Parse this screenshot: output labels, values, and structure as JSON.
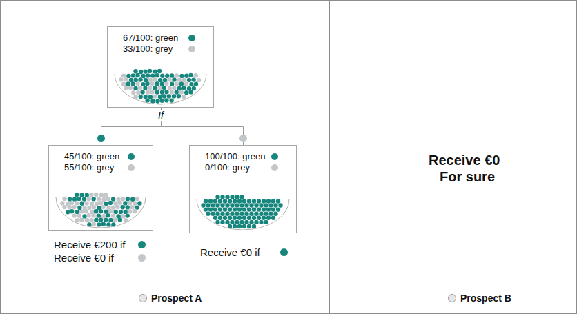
{
  "diagram": {
    "nodes": [
      {
        "text": [
          "67/100: green",
          "33/100: grey"
        ]
      },
      {
        "text": [
          "45/100: green",
          "55/100: grey"
        ]
      },
      {
        "text": [
          "100/100: green",
          "0/100: grey"
        ]
      }
    ],
    "edges": [
      {
        "from": 0,
        "to": 1,
        "arrow": "none"
      },
      {
        "from": 0,
        "to": 2,
        "arrow": "none"
      }
    ],
    "labels": [
      "If",
      "Receive €200 if",
      "Receive €0 if",
      "Receive €0 if",
      "Prospect A",
      "Receive €0",
      "For sure",
      "Prospect B"
    ]
  }
}
